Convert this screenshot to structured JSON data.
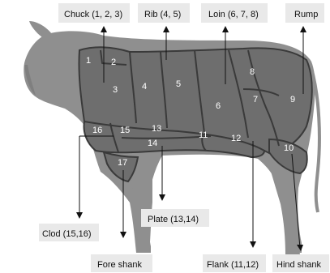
{
  "labels": {
    "chuck": "Chuck (1, 2, 3)",
    "rib": "Rib (4, 5)",
    "loin": "Loin (6, 7, 8)",
    "rump": "Rump",
    "clod": "Clod (15,16)",
    "plate": "Plate (13,14)",
    "fore_shank": "Fore shank",
    "flank": "Flank (11,12)",
    "hind_shank": "Hind shank"
  },
  "cuts": {
    "c1": "1",
    "c2": "2",
    "c3": "3",
    "c4": "4",
    "c5": "5",
    "c6": "6",
    "c7": "7",
    "c8": "8",
    "c9": "9",
    "c10": "10",
    "c11": "11",
    "c12": "12",
    "c13": "13",
    "c14": "14",
    "c15": "15",
    "c16": "16",
    "c17": "17"
  },
  "colors": {
    "cow_body": "#8f8f8f",
    "cut_fill": "#6e6e6e",
    "cut_border": "#3a3a3a",
    "label_box": "#e9e9e9"
  }
}
